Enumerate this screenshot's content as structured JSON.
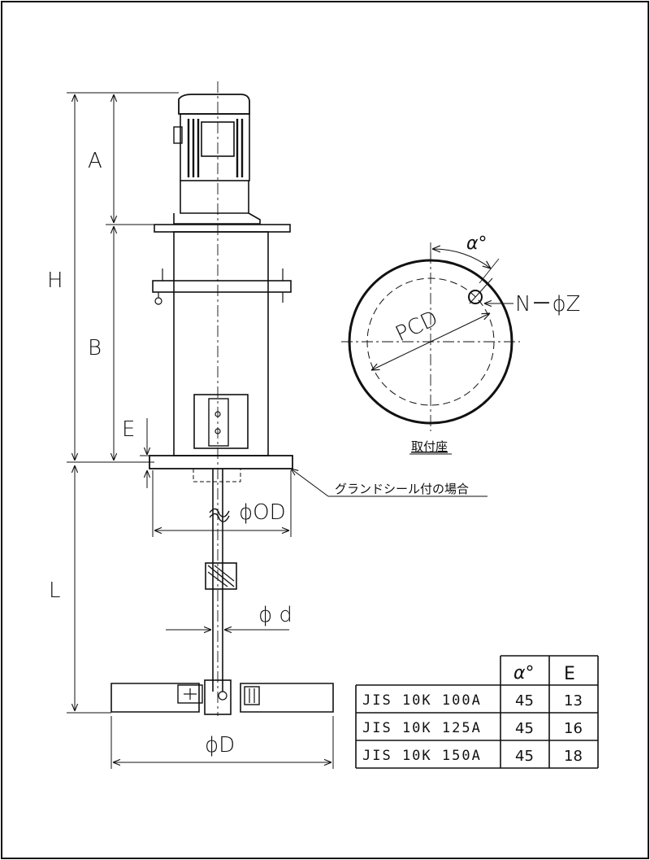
{
  "dimensions": {
    "H": "H",
    "A": "A",
    "B": "B",
    "E": "E",
    "L": "L",
    "OD": "ϕOD",
    "d": "ϕ d",
    "D": "ϕD"
  },
  "flange_view": {
    "pcd": "PCD",
    "alpha": "α°",
    "holes": "N－ϕZ",
    "caption": "取付座"
  },
  "gland_note": "グランドシール付の場合",
  "table": {
    "headers": [
      "",
      "α°",
      "E"
    ],
    "rows": [
      [
        "JIS 10K 100A",
        "45",
        "13"
      ],
      [
        "JIS 10K 125A",
        "45",
        "16"
      ],
      [
        "JIS 10K 150A",
        "45",
        "18"
      ]
    ]
  }
}
